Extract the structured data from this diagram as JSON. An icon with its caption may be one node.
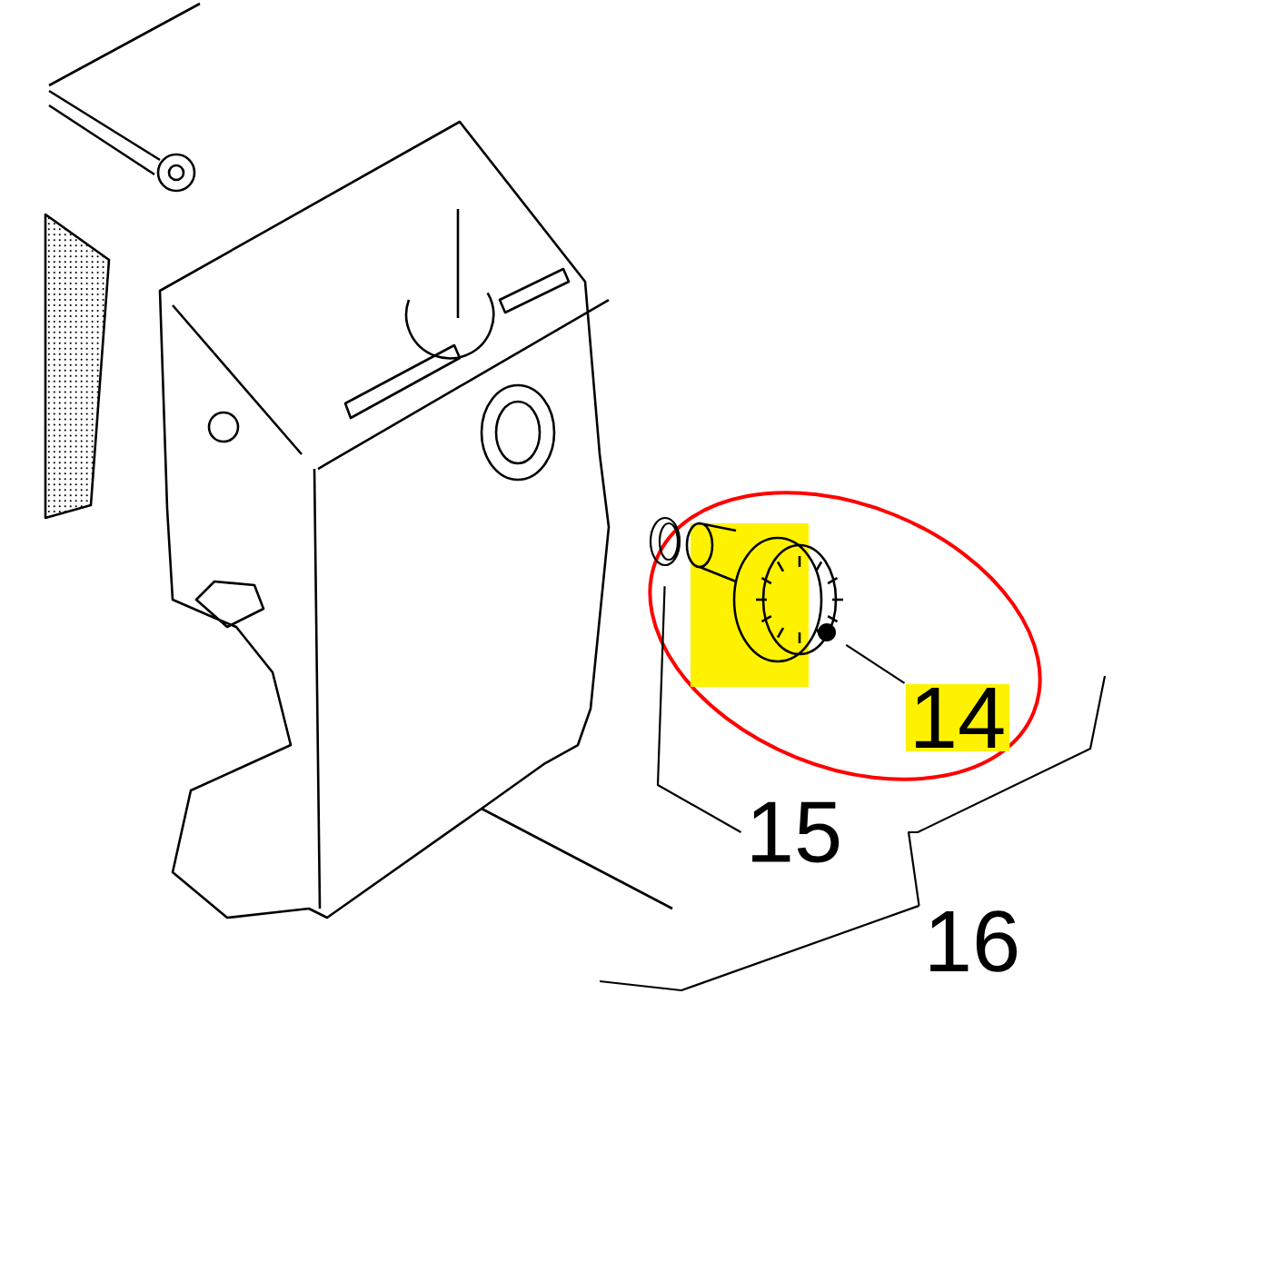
{
  "diagram": {
    "nodes": [
      {
        "text": [
          "14"
        ]
      },
      {
        "text": [],
        "shape": "picture"
      },
      {
        "text": [
          "15"
        ]
      },
      {
        "text": [],
        "shape": "picture"
      },
      {
        "text": [
          "16"
        ]
      }
    ],
    "edges": [
      {
        "from": 0,
        "to": 1,
        "arrow": "none"
      },
      {
        "from": 2,
        "to": 3,
        "arrow": "none"
      },
      {
        "from": 4,
        "to": null,
        "arrow": "none"
      }
    ]
  }
}
